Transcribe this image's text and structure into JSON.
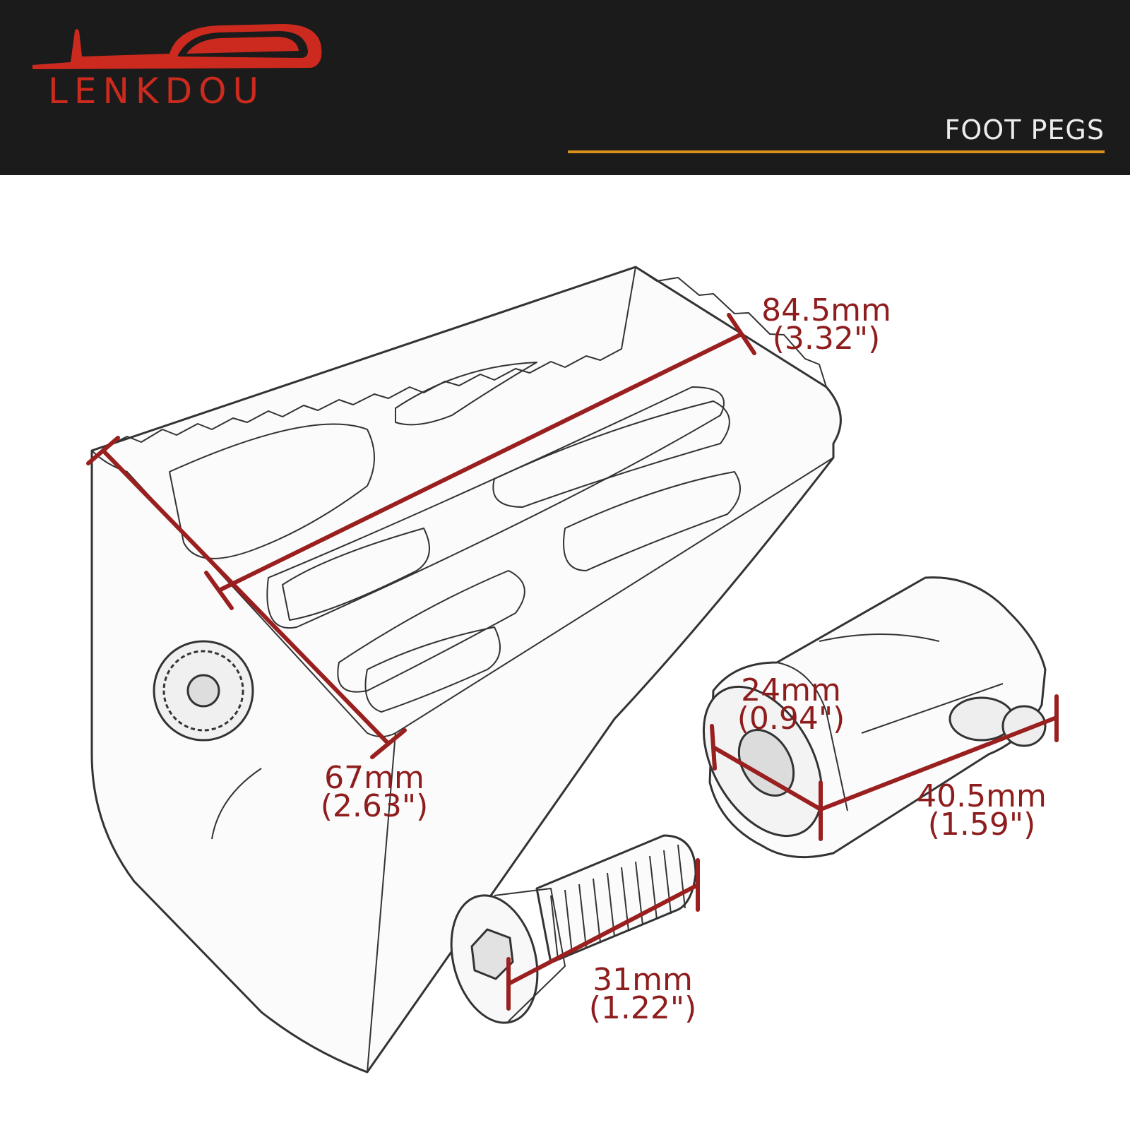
{
  "brand": {
    "name": "LENKDOU",
    "logo_color": "#cc2a1e"
  },
  "header": {
    "title": "FOOT PEGS",
    "background": "#1b1b1b",
    "accent_rule_color": "#d8901a"
  },
  "dimension_color": "#8e1d1d",
  "dimensions": {
    "peg_length": {
      "metric": "84.5mm",
      "imperial": "(3.32\")"
    },
    "peg_width": {
      "metric": "67mm",
      "imperial": "(2.63\")"
    },
    "adapter_diameter": {
      "metric": "24mm",
      "imperial": "(0.94\")"
    },
    "adapter_length": {
      "metric": "40.5mm",
      "imperial": "(1.59\")"
    },
    "bolt_length": {
      "metric": "31mm",
      "imperial": "(1.22\")"
    }
  }
}
